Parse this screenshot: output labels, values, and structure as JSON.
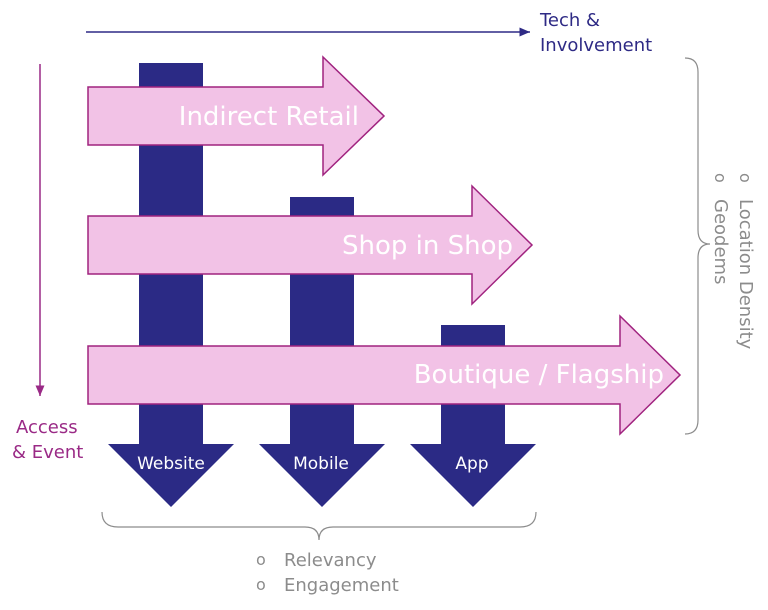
{
  "colors": {
    "navy": "#2b2a85",
    "pink_fill": "#f2c2e6",
    "pink_stroke": "#a0237f",
    "purple_text": "#9a2a86",
    "navy_text": "#2e2a85",
    "gray": "#8c8c8c"
  },
  "axes": {
    "horizontal_label_line1": "Tech &",
    "horizontal_label_line2": "Involvement",
    "vertical_label_line1": "Access",
    "vertical_label_line2": "& Event"
  },
  "channels": [
    {
      "label": "Indirect Retail"
    },
    {
      "label": "Shop in Shop"
    },
    {
      "label": "Boutique / Flagship"
    }
  ],
  "platforms": [
    {
      "label": "Website"
    },
    {
      "label": "Mobile"
    },
    {
      "label": "App"
    }
  ],
  "bottom_bracket_items": [
    "Relevancy",
    "Engagement"
  ],
  "right_bracket_items": [
    "Location Density",
    "Geodems"
  ],
  "bullet_symbol": "o"
}
